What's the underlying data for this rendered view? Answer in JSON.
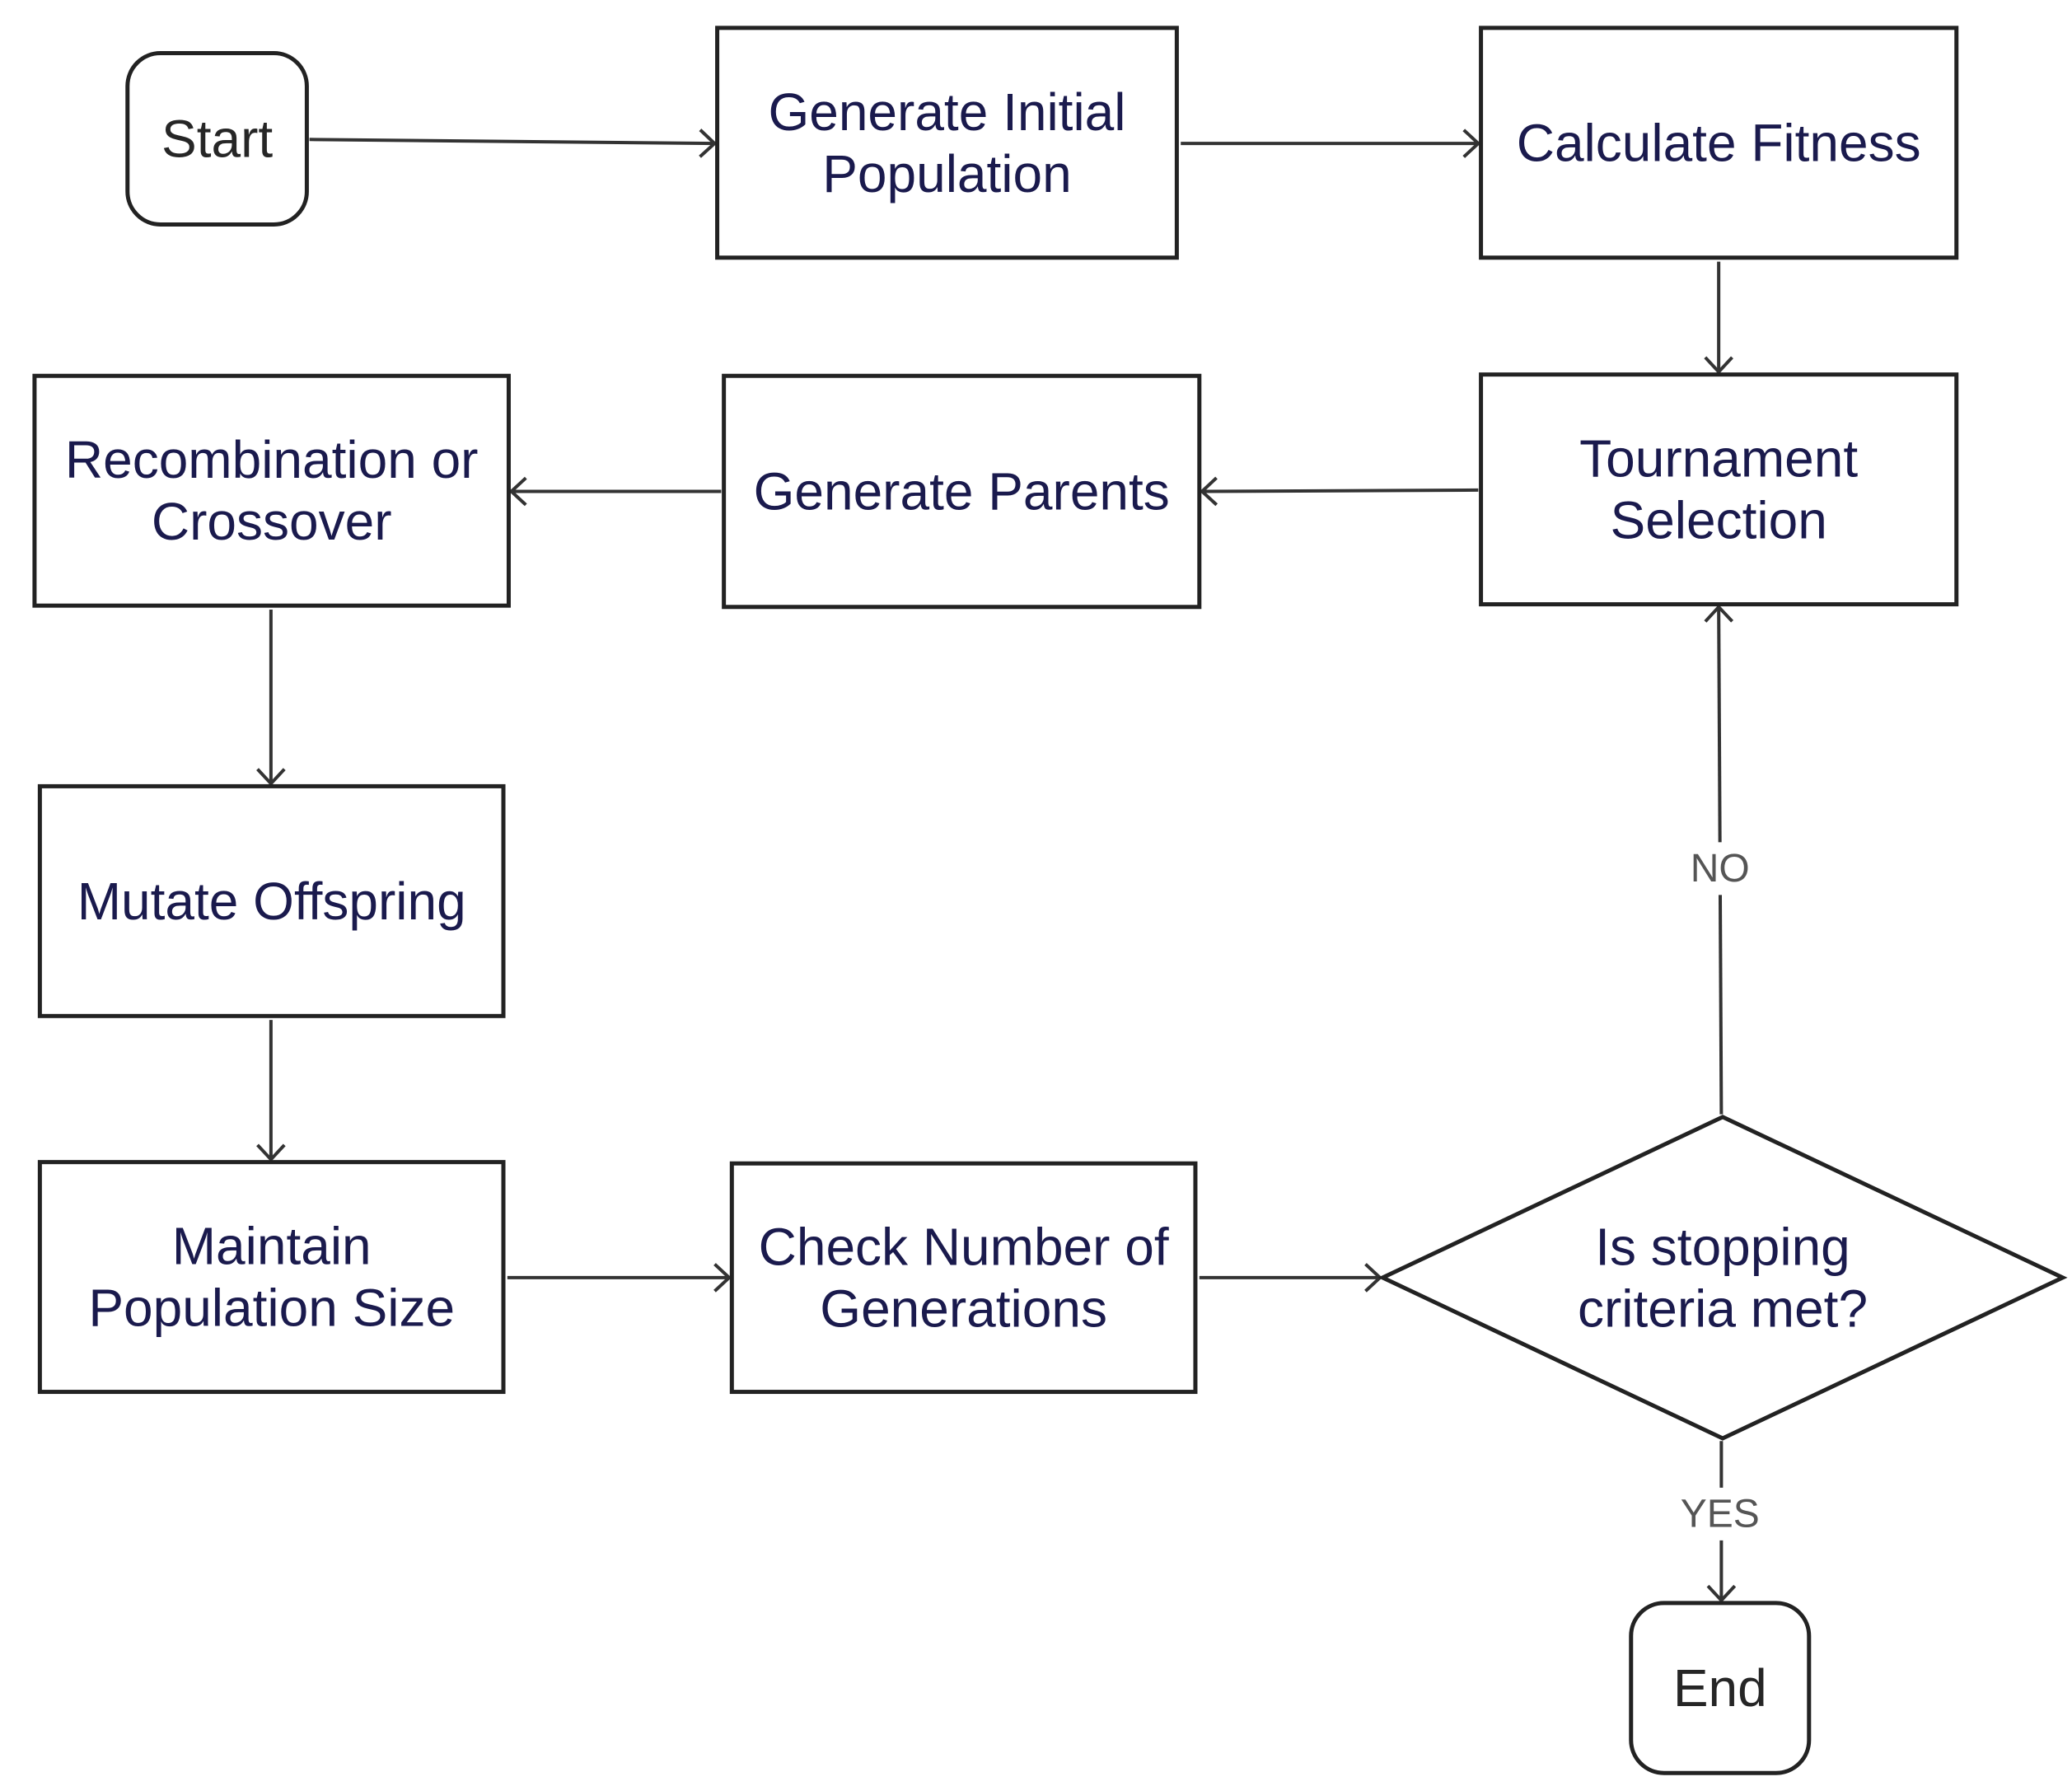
{
  "diagram": {
    "nodes": [
      {
        "id": "start",
        "shape": "terminal",
        "lines": [
          "Start"
        ]
      },
      {
        "id": "generate-initial-population",
        "shape": "process",
        "lines": [
          "Generate Initial",
          "Population"
        ]
      },
      {
        "id": "calculate-fitness",
        "shape": "process",
        "lines": [
          "Calculate Fitness"
        ]
      },
      {
        "id": "tournament-selection",
        "shape": "process",
        "lines": [
          "Tournament",
          "Selection"
        ]
      },
      {
        "id": "generate-parents",
        "shape": "process",
        "lines": [
          "Generate Parents"
        ]
      },
      {
        "id": "recombination-or-crossover",
        "shape": "process",
        "lines": [
          "Recombination or",
          "Crossover"
        ]
      },
      {
        "id": "mutate-offspring",
        "shape": "process",
        "lines": [
          "Mutate Offspring"
        ]
      },
      {
        "id": "maintain-population-size",
        "shape": "process",
        "lines": [
          "Maintain",
          "Population Size"
        ]
      },
      {
        "id": "check-number-of-generations",
        "shape": "process",
        "lines": [
          "Check Number of",
          "Generations"
        ]
      },
      {
        "id": "stopping-criteria",
        "shape": "decision",
        "lines": [
          "Is stopping",
          "criteria met?"
        ]
      },
      {
        "id": "end",
        "shape": "terminal",
        "lines": [
          "End"
        ]
      }
    ],
    "edges": [
      {
        "from": "start",
        "to": "generate-initial-population",
        "label": ""
      },
      {
        "from": "generate-initial-population",
        "to": "calculate-fitness",
        "label": ""
      },
      {
        "from": "calculate-fitness",
        "to": "tournament-selection",
        "label": ""
      },
      {
        "from": "tournament-selection",
        "to": "generate-parents",
        "label": ""
      },
      {
        "from": "generate-parents",
        "to": "recombination-or-crossover",
        "label": ""
      },
      {
        "from": "recombination-or-crossover",
        "to": "mutate-offspring",
        "label": ""
      },
      {
        "from": "mutate-offspring",
        "to": "maintain-population-size",
        "label": ""
      },
      {
        "from": "maintain-population-size",
        "to": "check-number-of-generations",
        "label": ""
      },
      {
        "from": "check-number-of-generations",
        "to": "stopping-criteria",
        "label": ""
      },
      {
        "from": "stopping-criteria",
        "to": "tournament-selection",
        "label": "NO"
      },
      {
        "from": "stopping-criteria",
        "to": "end",
        "label": "YES"
      }
    ]
  }
}
